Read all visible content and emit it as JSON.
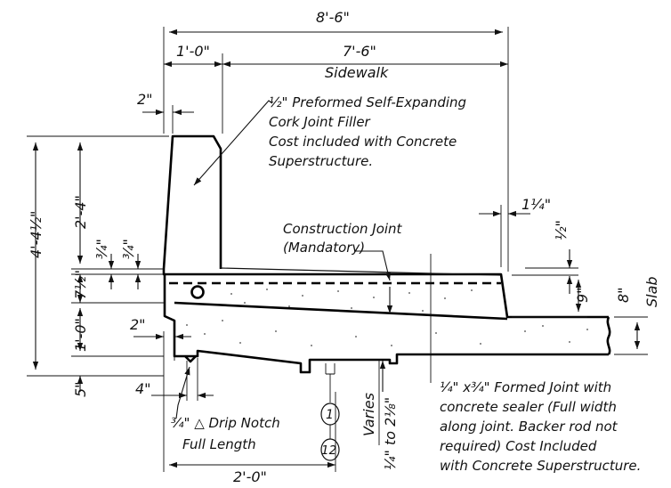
{
  "dimensions": {
    "overall_width": "8'-6\"",
    "parapet_width": "1'-0\"",
    "sidewalk_width": "7'-6\"",
    "sidewalk_label": "Sidewalk",
    "joint_width": "2\"",
    "overall_height": "4'-4½\"",
    "parapet_height": "2'-4\"",
    "three_quarter_left": "¾\"",
    "three_quarter_right": "¾\"",
    "sidewalk_depth": "7½\"",
    "curb_height": "1'-0\"",
    "bottom_offset": "5\"",
    "curb_offset": "2\"",
    "notch_offset": "4\"",
    "base_width": "2'-0\"",
    "sidewalk_edge_offset": "1¼\"",
    "slope_drop": "½\"",
    "sidewalk_edge_height": "9\"",
    "slab_thickness": "8\"",
    "slab_label": "Slab",
    "varies": "Varies",
    "varies_range": "¼\" to 2⅛\""
  },
  "notes": {
    "cork_filler": [
      "½\" Preformed Self-Expanding",
      "Cork Joint Filler",
      "Cost included with Concrete",
      "Superstructure."
    ],
    "construction_joint": [
      "Construction Joint",
      "(Mandatory)"
    ],
    "drip_notch": [
      "¾\" △ Drip Notch",
      "Full Length"
    ],
    "formed_joint": [
      "¼\" x¾\" Formed Joint with",
      "concrete sealer (Full width",
      "along joint.  Backer rod not",
      "required) Cost Included",
      "with Concrete Superstructure."
    ]
  },
  "callouts": {
    "bar_mark_top": "1",
    "bar_mark_bottom": "12"
  }
}
